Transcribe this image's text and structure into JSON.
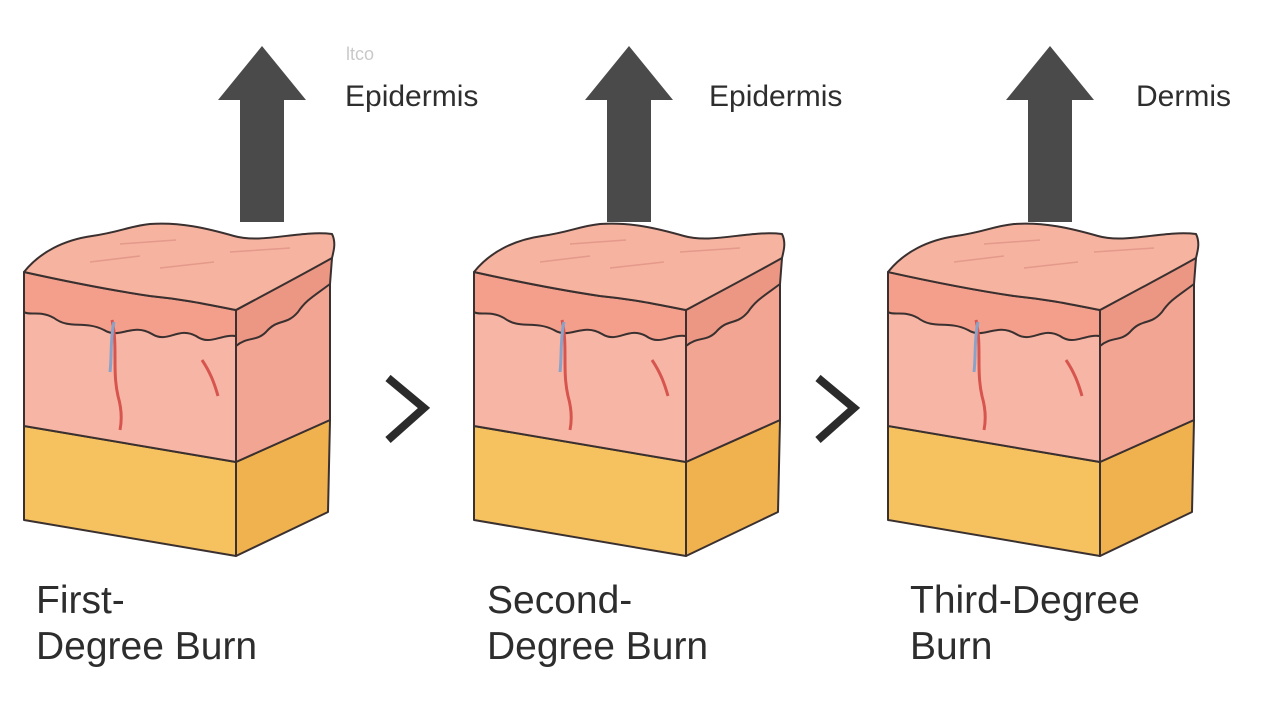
{
  "faint_mark": "ltco",
  "panels": [
    {
      "id": "first",
      "layer_label": "Epidermis",
      "caption_line1": "First-",
      "caption_line2": "Degree Burn",
      "blister": false
    },
    {
      "id": "second",
      "layer_label": "Epidermis",
      "caption_line1": "Second-",
      "caption_line2": "Degree Burn",
      "blister": true
    },
    {
      "id": "third",
      "layer_label": "Dermis",
      "caption_line1": "Third-Degree",
      "caption_line2": "Burn",
      "blister": false
    }
  ],
  "colors": {
    "arrow": "#4a4a4a",
    "chevron": "#2b2b2b",
    "skin_top": "#f6b3a0",
    "skin_band": "#f39f8c",
    "skin_front": "#f7b6a5",
    "skin_side": "#f2a592",
    "fat_front": "#f6c15f",
    "fat_side": "#f0b24e",
    "outline": "#3a3030",
    "vessel_red": "#d7554f",
    "vessel_blue": "#8aa2c8",
    "blister": "#fbe6b8"
  }
}
